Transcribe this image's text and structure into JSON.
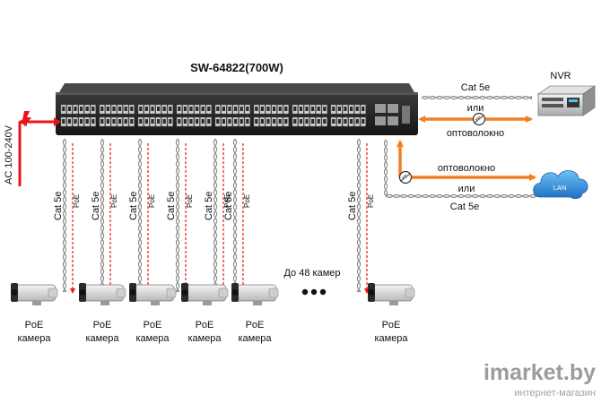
{
  "switch": {
    "model": "SW-64822(700W)"
  },
  "power": {
    "label": "AC 100-240V"
  },
  "nvr": {
    "label": "NVR",
    "link_top": "Cat 5e",
    "link_mid": "или",
    "link_bottom": "оптоволокно"
  },
  "lan": {
    "label": "LAN",
    "link_top": "оптоволокно",
    "link_mid": "или",
    "link_bottom": "Cat 5e"
  },
  "cable": {
    "cat_label": "Cat 5e",
    "poe_label": "PoE"
  },
  "camera": {
    "line1": "PoE",
    "line2": "камера"
  },
  "more_cameras": "До 48 камер",
  "watermark": {
    "brand": "imarket.by",
    "sub": "интернет-магазин"
  },
  "colors": {
    "power_red": "#e8161b",
    "fiber_orange": "#f27f22",
    "switch_body": "#2b2b2b",
    "lan_cloud": "#2f8fde"
  }
}
